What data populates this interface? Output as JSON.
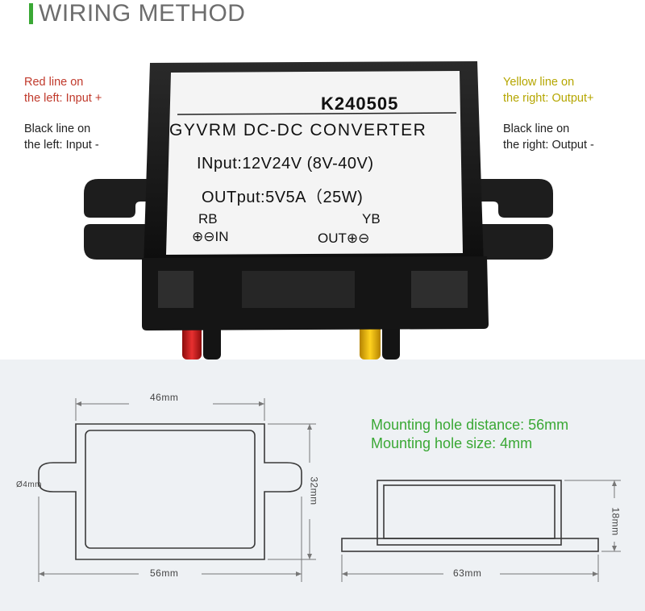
{
  "header": {
    "title": "WIRING METHOD",
    "accent_color": "#3aa835"
  },
  "notes_left": {
    "input_plus": "Red line on\nthe left: Input +",
    "input_minus": "Black line on\nthe left: Input -"
  },
  "notes_right": {
    "output_plus": "Yellow line on\nthe right: Output+",
    "output_minus": "Black line on\nthe right: Output -"
  },
  "device_label": {
    "model": "K240505",
    "type": "GYVRM DC-DC CONVERTER",
    "input": "INput:12V24V (8V-40V)",
    "output": "OUTput:5V5A（25W)",
    "rb": "RB",
    "in_marks": "⊕⊖IN",
    "yb": "YB",
    "out_marks": "OUT⊕⊖"
  },
  "colors": {
    "red_wire": "#e01f1f",
    "yellow_wire": "#f2c014",
    "black": "#1a1a1a",
    "note_red": "#c0392b",
    "note_yellow": "#b5a600",
    "spec_green": "#3aa835"
  },
  "dimensions": {
    "width": "46mm",
    "hole_distance": "56mm",
    "height": "32mm",
    "hole": "Ø4mm",
    "side_length": "63mm",
    "side_height": "18mm"
  },
  "specs": {
    "hole_distance": "Mounting hole distance: 56mm",
    "hole_size": "Mounting hole size: 4mm"
  }
}
